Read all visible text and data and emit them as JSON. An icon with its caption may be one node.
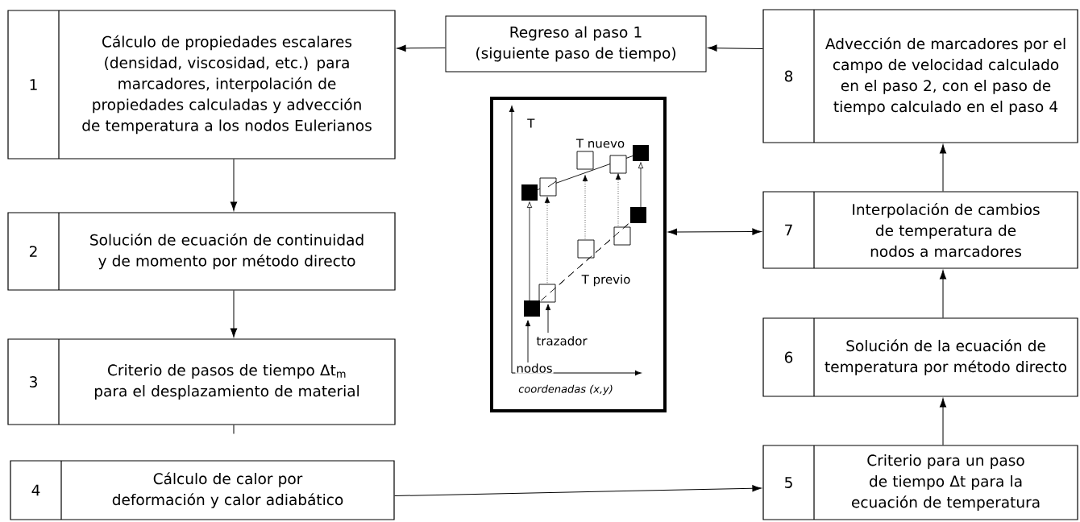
{
  "diagram": {
    "nodes": [
      {
        "text": [
          "1",
          "Cálculo de propiedades escalares (densidad, viscosidad, etc.) para marcadores, interpolación de propiedades calculadas y advección de temperatura a los nodos Eulerianos"
        ]
      },
      {
        "text": [
          "Regreso al paso 1 (siguiente paso de tiempo)"
        ]
      },
      {
        "text": [
          "8",
          "Advección de marcadores por el campo de velocidad calculado en el paso 2, con el paso de tiempo calculado en el paso 4"
        ]
      },
      {
        "text": [
          "T",
          "T nuevo",
          "T previo",
          "trazador",
          "nodos",
          "coordenadas (x,y)"
        ]
      },
      {
        "text": [
          "2",
          "Solución de ecuación de continuidad y de momento por método directo"
        ]
      },
      {
        "text": [
          "7",
          "Interpolación de cambios de temperatura de nodos a marcadores"
        ]
      },
      {
        "text": [
          "3",
          "Criterio de pasos de tiempo Δt$_{m}$ para el desplazamiento de material"
        ]
      },
      {
        "text": [
          "6",
          "Solución de la ecuación de temperatura por método directo"
        ]
      },
      {
        "text": [
          "4",
          "Cálculo de calor por deformación y calor adiabático"
        ]
      },
      {
        "text": [
          "5",
          "Criterio para un paso de tiempo Δt para la ecuación de temperatura"
        ]
      }
    ],
    "edges": [
      {
        "from": 0,
        "to": 4,
        "arrow": "to"
      },
      {
        "from": 4,
        "to": 6,
        "arrow": "to"
      },
      {
        "from": 6,
        "to": null,
        "arrow": "none"
      },
      {
        "from": 8,
        "to": 9,
        "arrow": "to"
      },
      {
        "from": 9,
        "to": 7,
        "arrow": "to"
      },
      {
        "from": 7,
        "to": 5,
        "arrow": "to"
      },
      {
        "from": 5,
        "to": 2,
        "arrow": "to"
      },
      {
        "from": 2,
        "to": 1,
        "arrow": "to"
      },
      {
        "from": 1,
        "to": 0,
        "arrow": "to"
      },
      {
        "from": 3,
        "to": 5,
        "arrow": "both"
      }
    ]
  }
}
